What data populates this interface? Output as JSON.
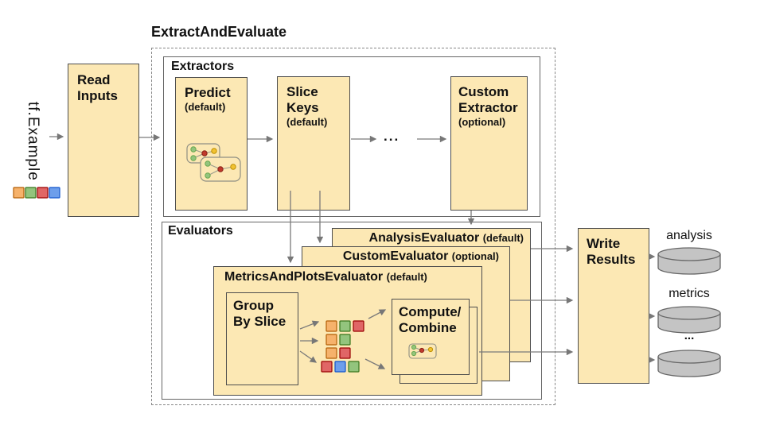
{
  "title": "ExtractAndEvaluate",
  "input": {
    "label": "tf.Example"
  },
  "read_inputs": {
    "line1": "Read",
    "line2": "Inputs"
  },
  "extractors": {
    "label": "Extractors",
    "predict": {
      "name": "Predict",
      "qualifier": "(default)"
    },
    "slice_keys": {
      "name1": "Slice",
      "name2": "Keys",
      "qualifier": "(default)"
    },
    "ellipsis": "...",
    "custom": {
      "name1": "Custom",
      "name2": "Extractor",
      "qualifier": "(optional)"
    }
  },
  "evaluators": {
    "label": "Evaluators",
    "analysis": {
      "name": "AnalysisEvaluator",
      "qualifier": "(default)"
    },
    "custom": {
      "name": "CustomEvaluator",
      "qualifier": "(optional)"
    },
    "metrics_plots": {
      "name": "MetricsAndPlotsEvaluator",
      "qualifier": "(default)"
    },
    "group_by_slice": {
      "line1": "Group",
      "line2": "By Slice"
    },
    "compute_combine": {
      "line1": "Compute/",
      "line2": "Combine"
    }
  },
  "write_results": {
    "line1": "Write",
    "line2": "Results"
  },
  "outputs": {
    "analysis": "analysis",
    "metrics": "metrics",
    "more": "..."
  },
  "colors": {
    "box_fill": "#FCE8B4",
    "orange": {
      "fill": "#F6B26B",
      "stroke": "#B45F06"
    },
    "green": {
      "fill": "#93C47D",
      "stroke": "#38761D"
    },
    "red": {
      "fill": "#E06666",
      "stroke": "#990000"
    },
    "blue": {
      "fill": "#6D9EEB",
      "stroke": "#1155CC"
    },
    "node_green": {
      "fill": "#93C47D",
      "stroke": "#6AA84F"
    },
    "node_red": {
      "fill": "#C0392B",
      "stroke": "#8B2318"
    },
    "node_yellow": {
      "fill": "#F1C232",
      "stroke": "#BF9000"
    },
    "cylinder": {
      "fill": "#C4C4C4",
      "stroke": "#666666"
    }
  }
}
